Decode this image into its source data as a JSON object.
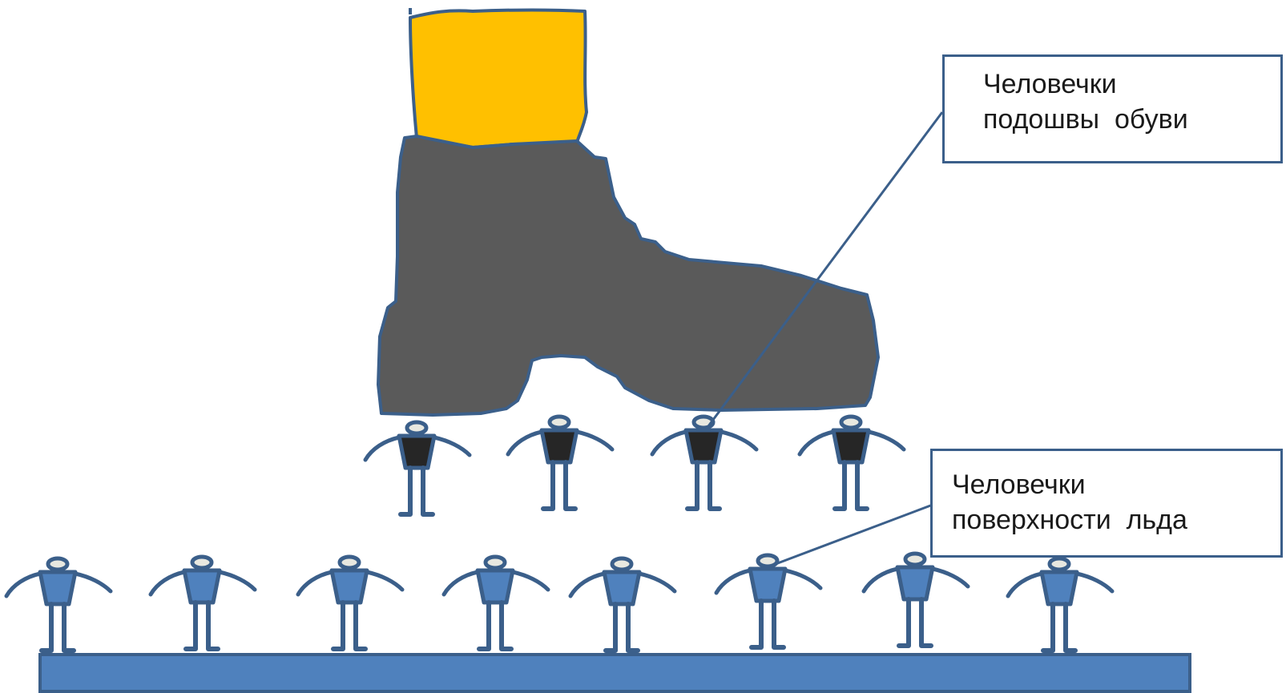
{
  "callouts": {
    "sole": {
      "lines": [
        "Человечки",
        "подошвы  обуви"
      ]
    },
    "ice": {
      "lines": [
        "Человечки",
        "поверхности  льда"
      ]
    }
  },
  "colors": {
    "outline": "#3b5f8a",
    "boot": "#5a5a5a",
    "sock": "#ffc000",
    "ice_bar": "#4f81bd",
    "sole_figure_body": "#262626",
    "ice_figure_body": "#4f81bd",
    "head_fill": "#e8e8e0",
    "leader_line": "#3b5f8a"
  },
  "figures": {
    "sole_count": 4,
    "ice_count": 8
  }
}
